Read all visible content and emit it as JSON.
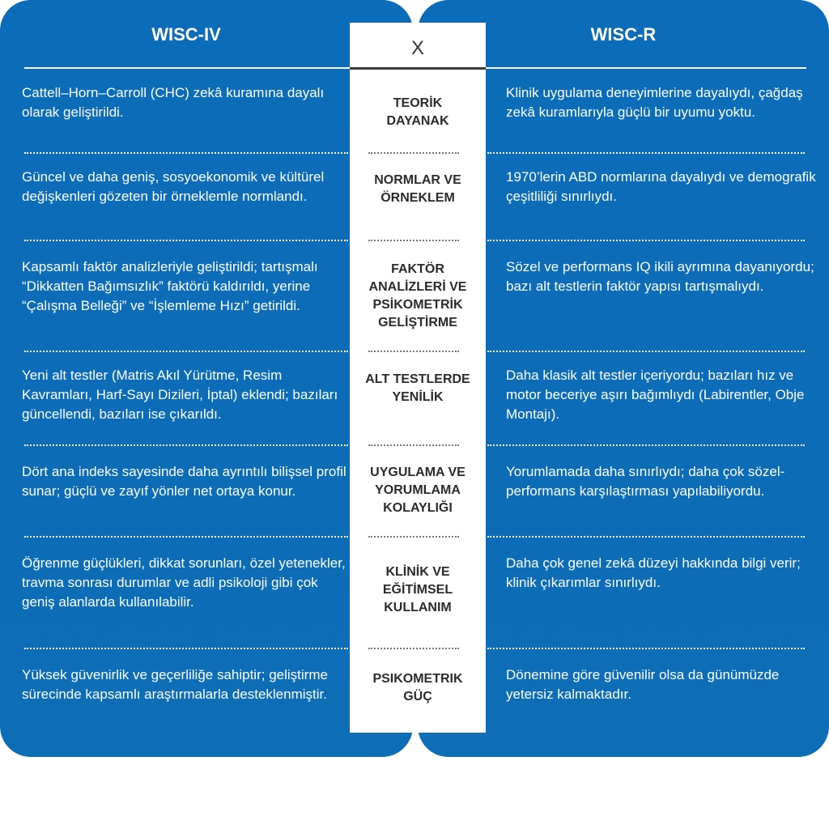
{
  "header": {
    "left": "WISC-IV",
    "center": "X",
    "right": "WISC-R"
  },
  "rows": [
    {
      "left": "Cattell–Horn–Carroll (CHC) zekâ kuramına dayalı olarak geliştirildi.",
      "center": "TEORİK DAYANAK",
      "right": "Klinik uygulama deneyimlerine dayalıydı, çağdaş zekâ kuramlarıyla güçlü bir uyumu yoktu."
    },
    {
      "left": "Güncel ve daha geniş, sosyoekonomik ve kültürel değişkenleri gözeten bir örneklemle normlandı.",
      "center": "NORMLAR VE ÖRNEKLEM",
      "right": "1970’lerin ABD normlarına dayalıydı ve demografik çeşitliliği sınırlıydı."
    },
    {
      "left": "Kapsamlı faktör analizleriyle geliştirildi; tartışmalı “Dikkatten Bağımsızlık” faktörü kaldırıldı, yerine “Çalışma Belleği” ve “İşlemleme Hızı” getirildi.",
      "center": "FAKTÖR ANALİZLERİ VE PSİKOMETRİK GELİŞTİRME",
      "right": "Sözel ve performans IQ ikili ayrımına dayanıyordu; bazı alt testlerin faktör yapısı tartışmalıydı."
    },
    {
      "left": "Yeni alt testler (Matris Akıl Yürütme, Resim Kavramları, Harf-Sayı Dizileri, İptal) eklendi; bazıları güncellendi, bazıları ise çıkarıldı.",
      "center": "ALT TESTLERDE YENİLİK",
      "right": "Daha klasik alt testler içeriyordu; bazıları hız ve motor beceriye aşırı bağımlıydı (Labirentler, Obje Montajı)."
    },
    {
      "left": "Dört ana indeks sayesinde daha ayrıntılı bilişsel profil sunar; güçlü ve zayıf yönler net ortaya konur.",
      "center": "UYGULAMA VE YORUMLAMA KOLAYLIĞI",
      "right": "Yorumlamada daha sınırlıydı; daha çok sözel- performans karşılaştırması yapılabiliyordu."
    },
    {
      "left": "Öğrenme güçlükleri, dikkat sorunları, özel yetenekler, travma sonrası durumlar ve adli psikoloji gibi çok geniş alanlarda kullanılabilir.",
      "center": "KLİNİK VE EĞİTİMSEL KULLANIM",
      "right": "Daha çok genel zekâ düzeyi hakkında bilgi verir; klinik çıkarımlar sınırlıydı."
    },
    {
      "left": "Yüksek güvenirlik ve geçerliliğe sahiptir; geliştirme sürecinde kapsamlı araştırmalarla desteklenmiştir.",
      "center": "PSIKOMETRIK GÜÇ",
      "right": "Dönemine göre güvenilir olsa da günümüzde yetersiz kalmaktadır."
    }
  ]
}
